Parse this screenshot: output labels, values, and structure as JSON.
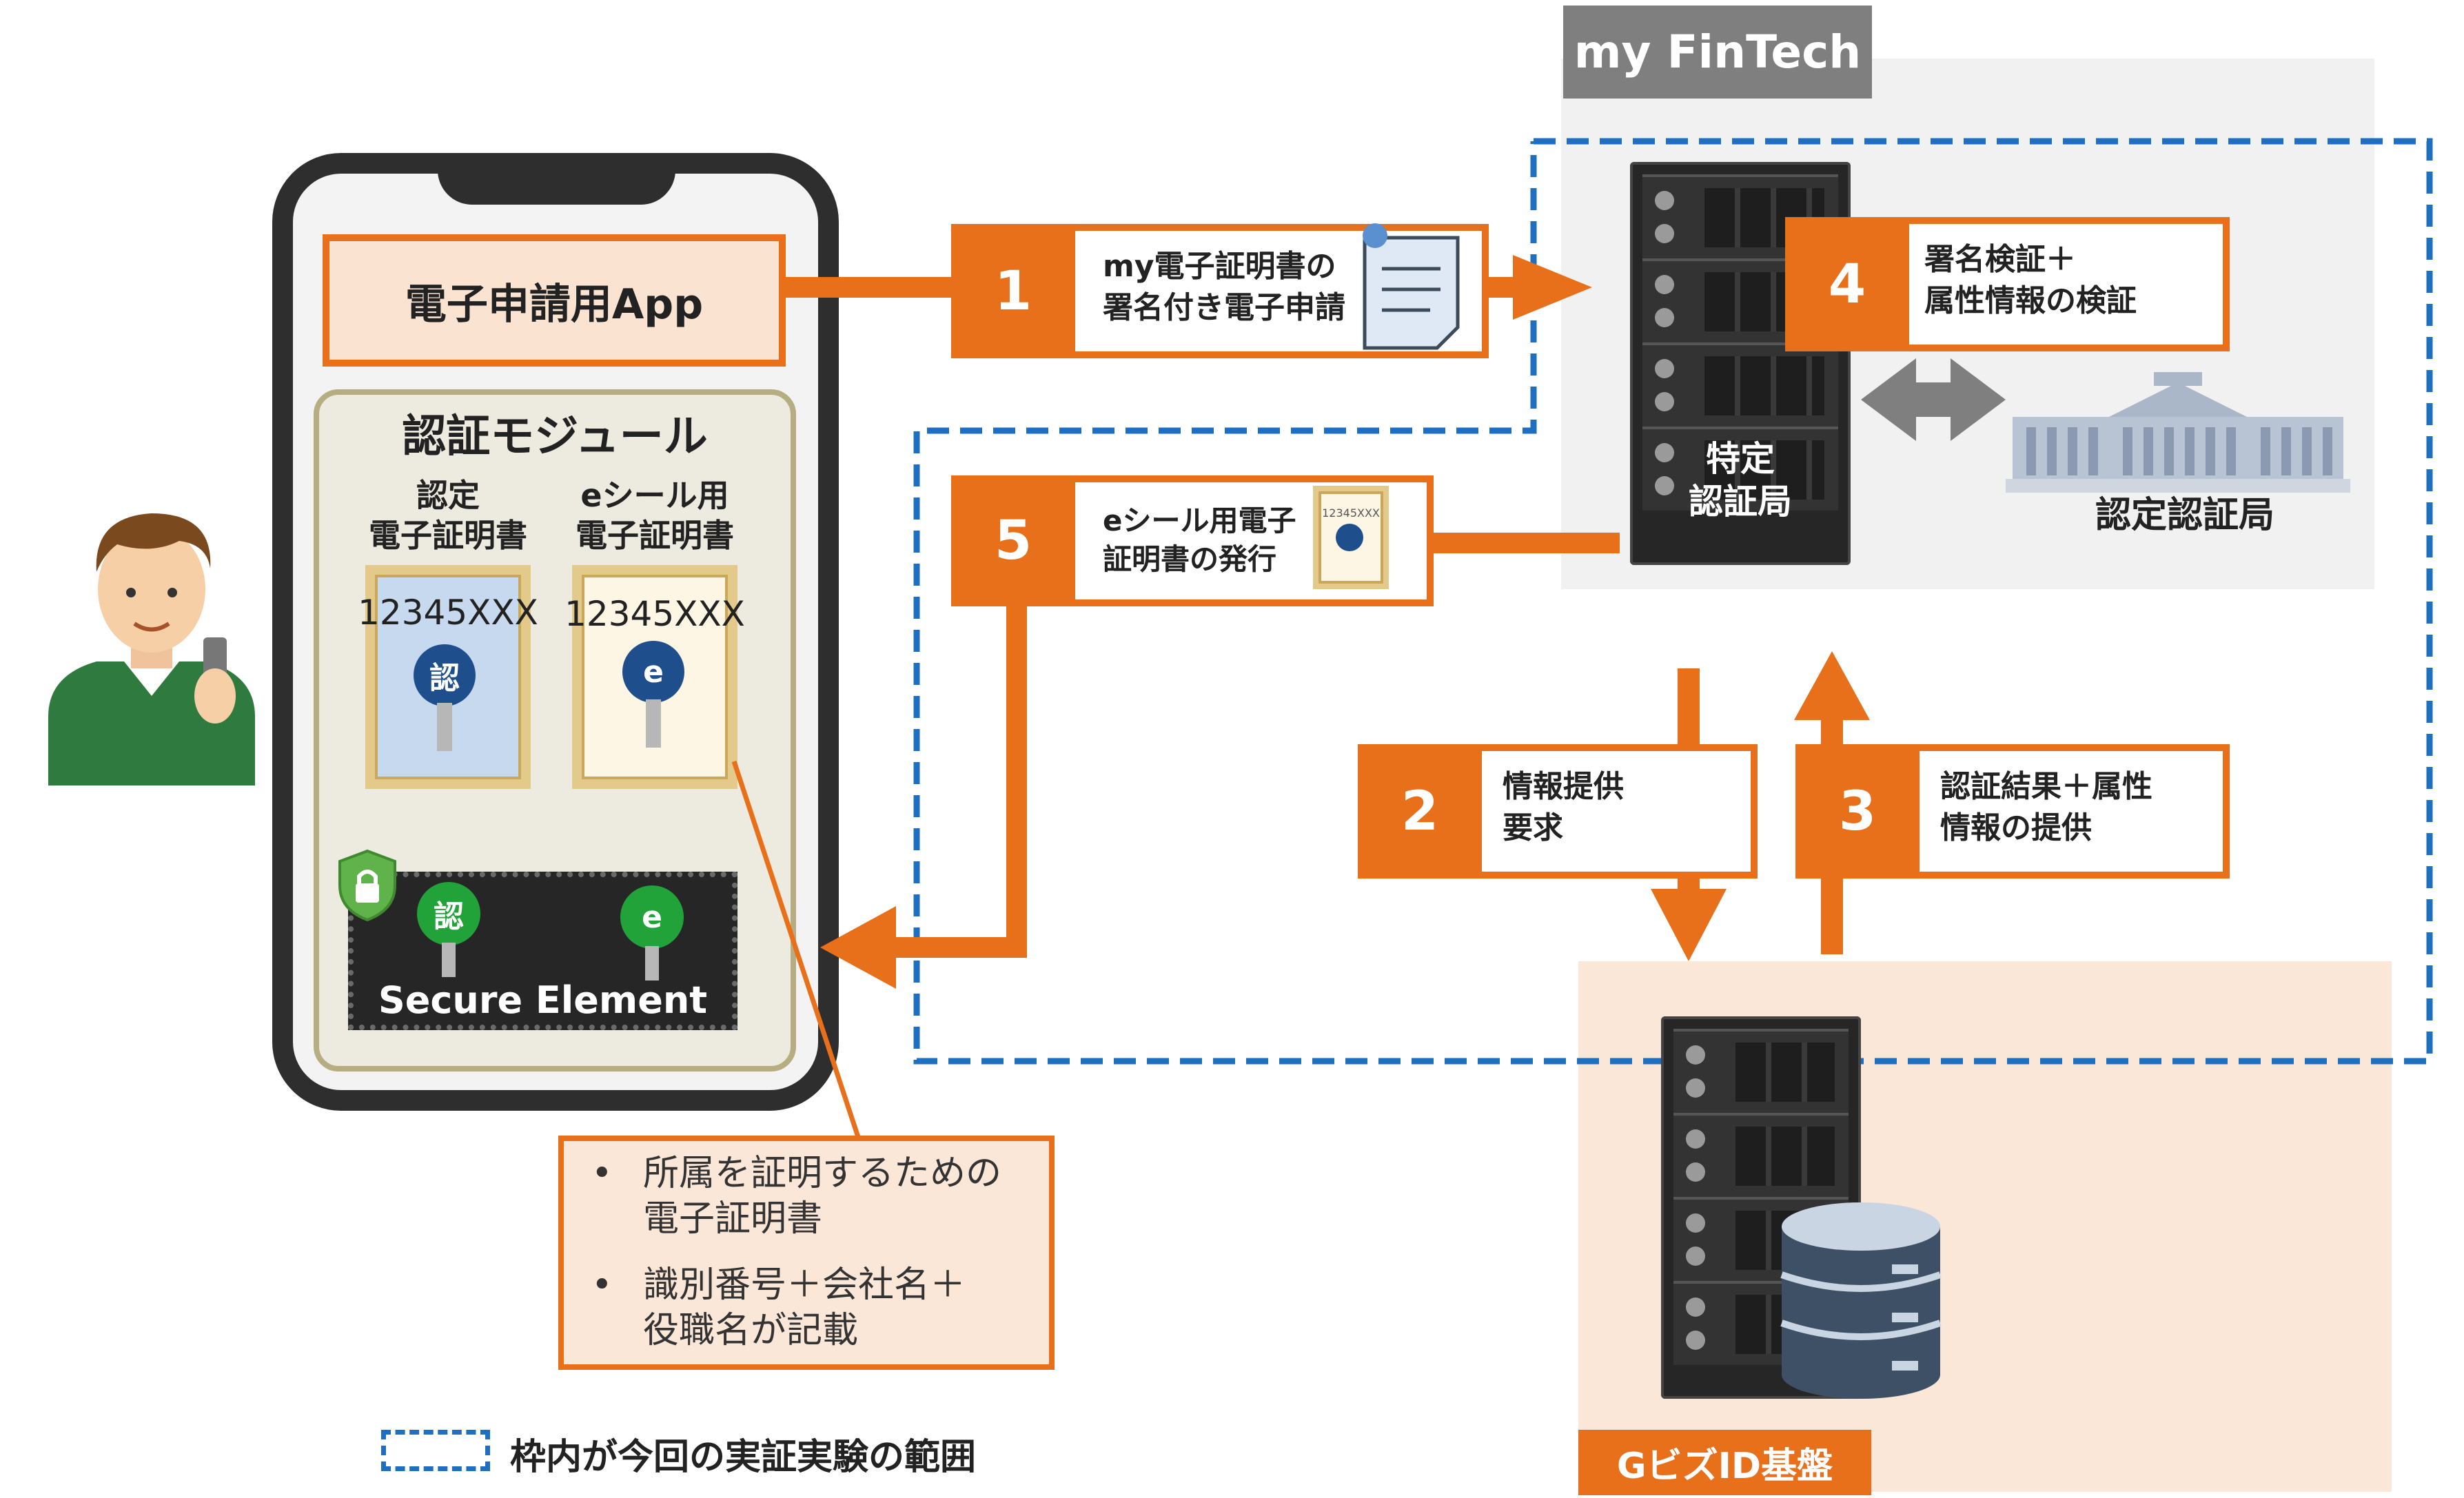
{
  "my_fintech": {
    "label": "my FinTech"
  },
  "phone": {
    "app_label": "電子申請用App",
    "auth_module_title": "認証モジュール",
    "cert_left_title_1": "認定",
    "cert_left_title_2": "電子証明書",
    "cert_right_title_1": "eシール用",
    "cert_right_title_2": "電子証明書",
    "cert_left_number": "12345XXX",
    "cert_right_number": "12345XXX",
    "cert_left_badge": "認",
    "cert_right_badge": "e",
    "secure_element_label": "Secure Element",
    "se_key_left": "認",
    "se_key_right": "e"
  },
  "steps": {
    "s1": {
      "num": "1",
      "line1": "my電子証明書の",
      "line2": "署名付き電子申請"
    },
    "s2": {
      "num": "2",
      "line1": "情報提供",
      "line2": "要求"
    },
    "s3": {
      "num": "3",
      "line1": "認証結果＋属性",
      "line2": "情報の提供"
    },
    "s4": {
      "num": "4",
      "line1": "署名検証＋",
      "line2": "属性情報の検証"
    },
    "s5": {
      "num": "5",
      "line1": "eシール用電子",
      "line2": "証明書の発行",
      "mini_cert_number": "12345XXX"
    }
  },
  "servers": {
    "specific_ca_line1": "特定",
    "specific_ca_line2": "認証局",
    "accredited_ca": "認定認証局",
    "gbiz": "GビズID基盤"
  },
  "callout": {
    "bullet_1_line1": "所属を証明するための",
    "bullet_1_line2": "電子証明書",
    "bullet_2_line1": "識別番号＋会社名＋",
    "bullet_2_line2": "役職名が記載",
    "bullet": "•"
  },
  "legend": {
    "text": "枠内が今回の実証実験の範囲"
  },
  "colors": {
    "accent": "#e8701a",
    "scope_border": "#1f6fc0",
    "gbiz_bg": "#fbe7d8",
    "fintech_bg": "#f2f2f2"
  }
}
